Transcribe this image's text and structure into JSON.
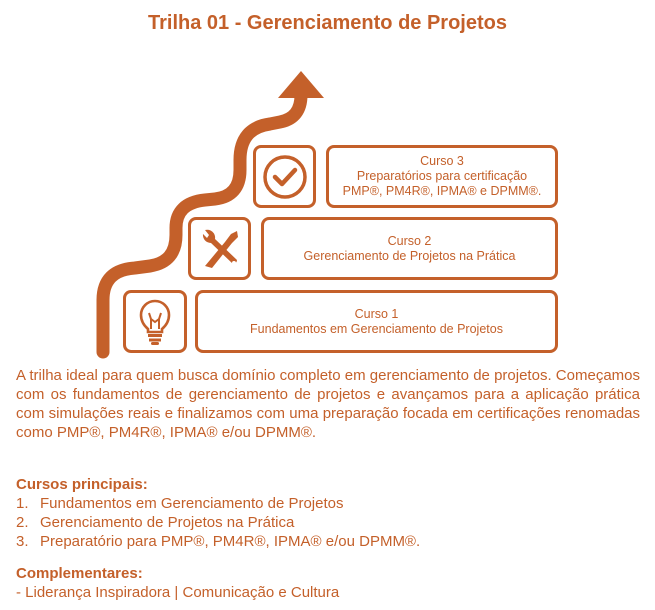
{
  "title": "Trilha 01 - Gerenciamento de Projetos",
  "accent_color": "#C4602A",
  "courses": [
    {
      "heading": "Curso 1",
      "lines": [
        "Fundamentos em Gerenciamento de Projetos"
      ],
      "icon": "lightbulb-icon"
    },
    {
      "heading": "Curso 2",
      "lines": [
        "Gerenciamento de Projetos na Prática"
      ],
      "icon": "tools-icon"
    },
    {
      "heading": "Curso 3",
      "lines": [
        "Preparatórios para certificação",
        "PMP®, PM4R®, IPMA® e DPMM®."
      ],
      "icon": "check-circle-icon"
    }
  ],
  "description": "A trilha ideal para quem busca domínio completo em gerenciamento de projetos. Começamos com os fundamentos de gerenciamento de projetos e avançamos para a aplicação prática com simulações reais e finalizamos com uma preparação focada em certificações renomadas como PMP®, PM4R®, IPMA® e/ou DPMM®.",
  "main_courses": {
    "heading": "Cursos principais:",
    "items": [
      {
        "num": "1.",
        "text": "Fundamentos em Gerenciamento de Projetos"
      },
      {
        "num": "2.",
        "text": "Gerenciamento de Projetos na Prática"
      },
      {
        "num": "3.",
        "text": "Preparatório para PMP®, PM4R®, IPMA® e/ou DPMM®."
      }
    ]
  },
  "complementary": {
    "heading": "Complementares:",
    "text": "- Liderança Inspiradora | Comunicação e Cultura"
  }
}
